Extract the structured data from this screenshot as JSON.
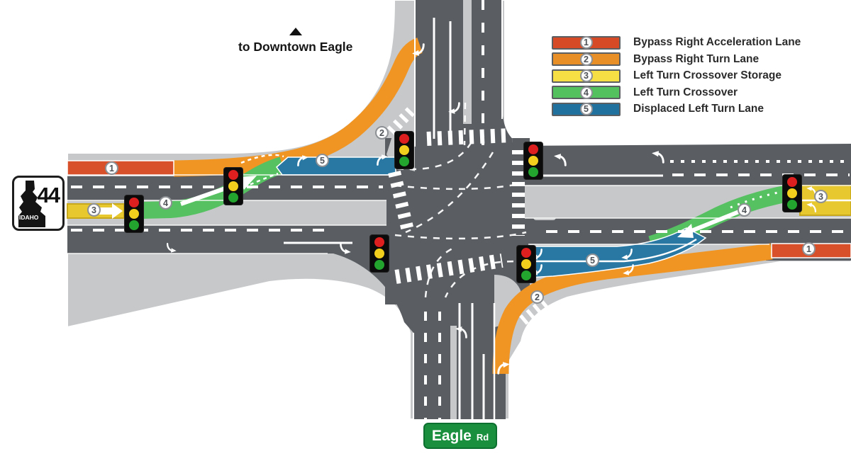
{
  "direction_label": "to Downtown Eagle",
  "legend": {
    "items": [
      {
        "num": "1",
        "label": "Bypass Right Acceleration Lane",
        "color": "#d64a26"
      },
      {
        "num": "2",
        "label": "Bypass Right Turn Lane",
        "color": "#e98f28"
      },
      {
        "num": "3",
        "label": "Left Turn Crossover Storage",
        "color": "#f5df45"
      },
      {
        "num": "4",
        "label": "Left Turn Crossover",
        "color": "#53c15e"
      },
      {
        "num": "5",
        "label": "Displaced Left Turn Lane",
        "color": "#21719f"
      }
    ]
  },
  "signs": {
    "route_shield": {
      "number": "44",
      "state": "IDAHO"
    },
    "road": {
      "name": "Eagle",
      "suffix": "Rd"
    }
  },
  "markers": [
    {
      "id": "west-accel-lane",
      "num": "1"
    },
    {
      "id": "northwest-bypass-turn",
      "num": "2"
    },
    {
      "id": "west-storage",
      "num": "3"
    },
    {
      "id": "west-crossover",
      "num": "4"
    },
    {
      "id": "west-displaced-lane",
      "num": "5"
    },
    {
      "id": "east-storage",
      "num": "3"
    },
    {
      "id": "east-crossover",
      "num": "4"
    },
    {
      "id": "east-displaced-lane",
      "num": "5"
    },
    {
      "id": "southeast-bypass-turn",
      "num": "2"
    },
    {
      "id": "east-accel-lane",
      "num": "1"
    }
  ],
  "traffic_light": {
    "red": "#dd1f1f",
    "yellow": "#f2cf1c",
    "green": "#23a42e"
  },
  "palette": {
    "road": "#5a5e63",
    "shoulder": "#c6c8ca",
    "accel_lane": "#d8502a",
    "bypass_lane": "#f09523",
    "storage_lane": "#e7c82f",
    "crossover_lane": "#56c161",
    "displaced_lane": "#2878a3"
  }
}
